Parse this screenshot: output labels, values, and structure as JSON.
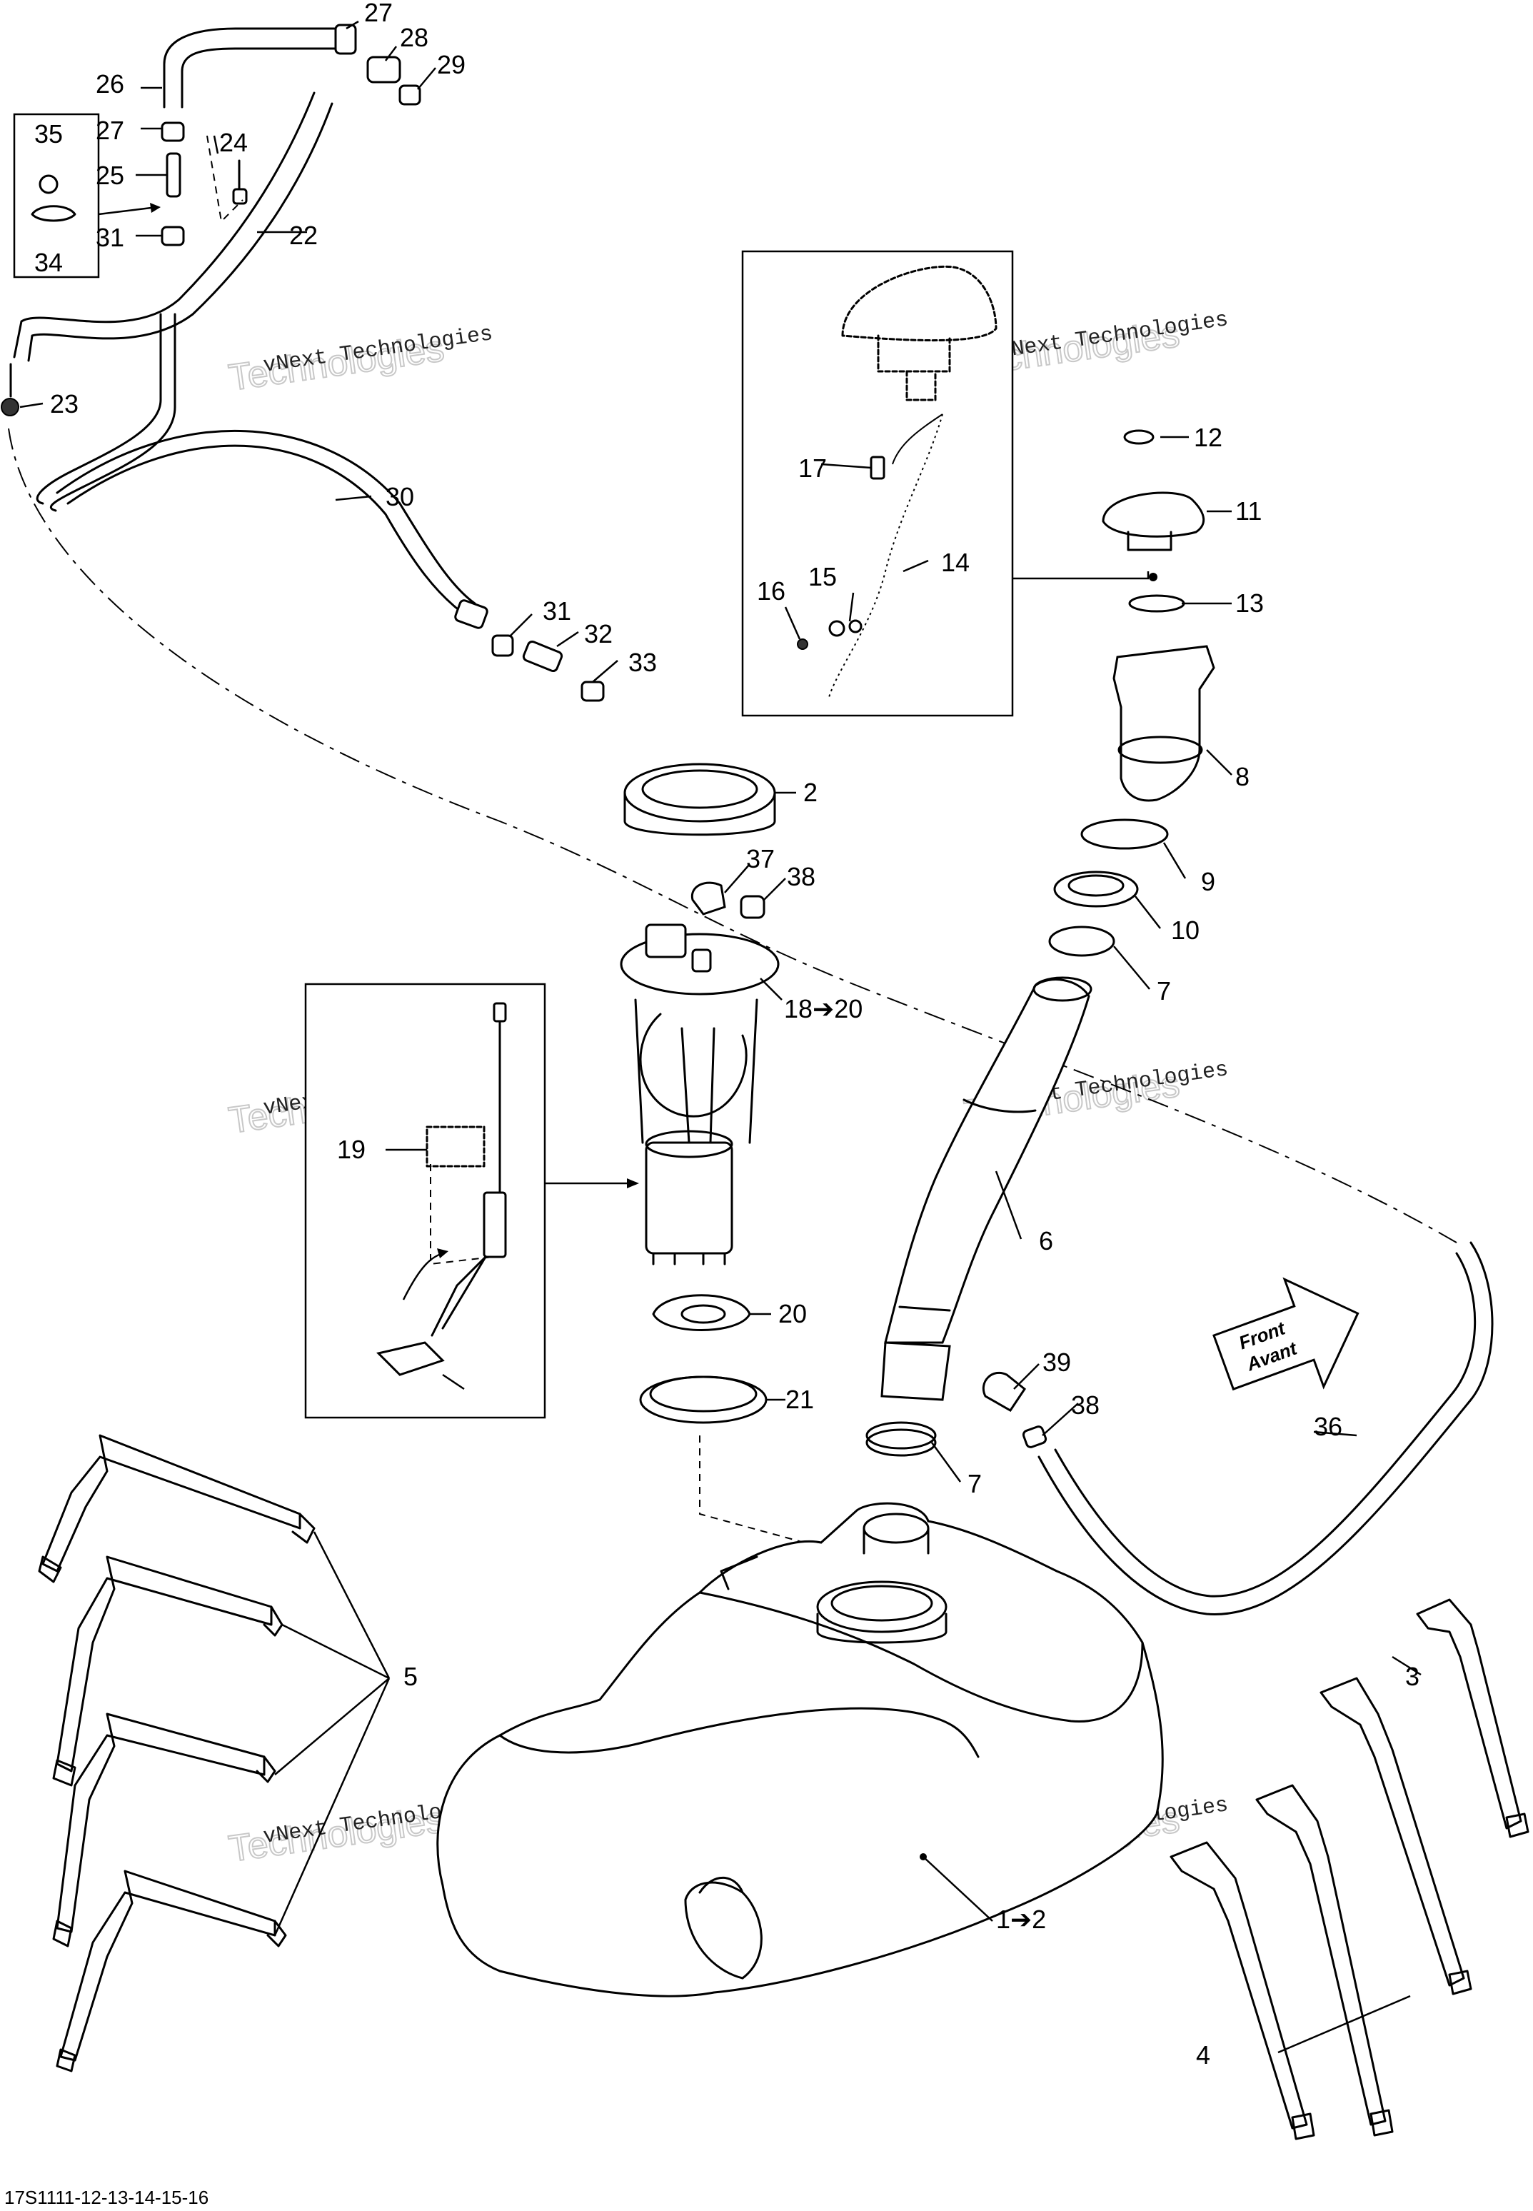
{
  "diagram": {
    "figure_code": "17S1111-12-13-14-15-16",
    "watermark": {
      "line1": "vNext Technologies",
      "line2": "Technologies"
    },
    "direction_arrow": {
      "line1": "Front",
      "line2": "Avant"
    },
    "callouts": {
      "c1": "1➔2",
      "c2": "2",
      "c3": "3",
      "c4": "4",
      "c5": "5",
      "c6": "6",
      "c7a": "7",
      "c7b": "7",
      "c8": "8",
      "c9": "9",
      "c10": "10",
      "c11": "11",
      "c12": "12",
      "c13": "13",
      "c14": "14",
      "c15": "15",
      "c16": "16",
      "c17": "17",
      "c18": "18➔20",
      "c19": "19",
      "c20": "20",
      "c21": "21",
      "c22": "22",
      "c23": "23",
      "c24": "24",
      "c25": "25",
      "c26": "26",
      "c27a": "27",
      "c27b": "27",
      "c28": "28",
      "c29": "29",
      "c30": "30",
      "c31a": "31",
      "c31b": "31",
      "c32": "32",
      "c33": "33",
      "c34": "34",
      "c35": "35",
      "c36": "36",
      "c37": "37",
      "c38a": "38",
      "c38b": "38",
      "c39": "39"
    }
  }
}
